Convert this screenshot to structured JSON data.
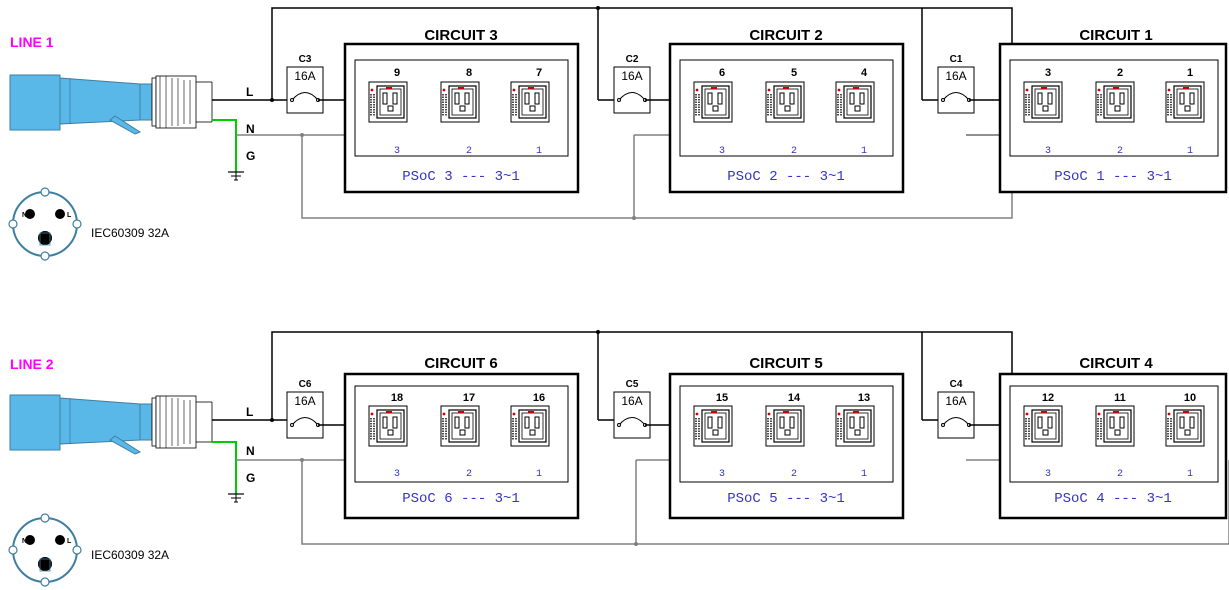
{
  "colors": {
    "line_label": "#ff00ff",
    "psoc_text": "#3333cc",
    "phase_number": "#3333cc",
    "plug_fill": "#5ab8e8",
    "plug_stroke": "#3e7fa0",
    "neutral_wire": "#808080",
    "ground_wire": "#00cc00",
    "line_wire": "#000000",
    "outlet_indicator": "#cc0000"
  },
  "lines": [
    {
      "label": "LINE 1",
      "plug_caption": "IEC60309 32A",
      "wire_labels": {
        "live": "L",
        "neutral": "N",
        "ground": "G"
      },
      "socket_pins": {
        "neutral": "N",
        "live": "L"
      },
      "circuits": [
        {
          "title": "CIRCUIT 3",
          "breaker_id": "C3",
          "breaker_rating": "16A",
          "psoc": "PSoC 3 --- 3~1",
          "outlets": [
            {
              "number": "9",
              "phase": "3"
            },
            {
              "number": "8",
              "phase": "2"
            },
            {
              "number": "7",
              "phase": "1"
            }
          ]
        },
        {
          "title": "CIRCUIT 2",
          "breaker_id": "C2",
          "breaker_rating": "16A",
          "psoc": "PSoC 2 --- 3~1",
          "outlets": [
            {
              "number": "6",
              "phase": "3"
            },
            {
              "number": "5",
              "phase": "2"
            },
            {
              "number": "4",
              "phase": "1"
            }
          ]
        },
        {
          "title": "CIRCUIT 1",
          "breaker_id": "C1",
          "breaker_rating": "16A",
          "psoc": "PSoC 1 --- 3~1",
          "outlets": [
            {
              "number": "3",
              "phase": "3"
            },
            {
              "number": "2",
              "phase": "2"
            },
            {
              "number": "1",
              "phase": "1"
            }
          ]
        }
      ]
    },
    {
      "label": "LINE 2",
      "plug_caption": "IEC60309 32A",
      "wire_labels": {
        "live": "L",
        "neutral": "N",
        "ground": "G"
      },
      "socket_pins": {
        "neutral": "N",
        "live": "L"
      },
      "circuits": [
        {
          "title": "CIRCUIT 6",
          "breaker_id": "C6",
          "breaker_rating": "16A",
          "psoc": "PSoC 6 --- 3~1",
          "outlets": [
            {
              "number": "18",
              "phase": "3"
            },
            {
              "number": "17",
              "phase": "2"
            },
            {
              "number": "16",
              "phase": "1"
            }
          ]
        },
        {
          "title": "CIRCUIT 5",
          "breaker_id": "C5",
          "breaker_rating": "16A",
          "psoc": "PSoC 5 --- 3~1",
          "outlets": [
            {
              "number": "15",
              "phase": "3"
            },
            {
              "number": "14",
              "phase": "2"
            },
            {
              "number": "13",
              "phase": "1"
            }
          ]
        },
        {
          "title": "CIRCUIT 4",
          "breaker_id": "C4",
          "breaker_rating": "16A",
          "psoc": "PSoC 4 --- 3~1",
          "outlets": [
            {
              "number": "12",
              "phase": "3"
            },
            {
              "number": "11",
              "phase": "2"
            },
            {
              "number": "10",
              "phase": "1"
            }
          ]
        }
      ]
    }
  ]
}
